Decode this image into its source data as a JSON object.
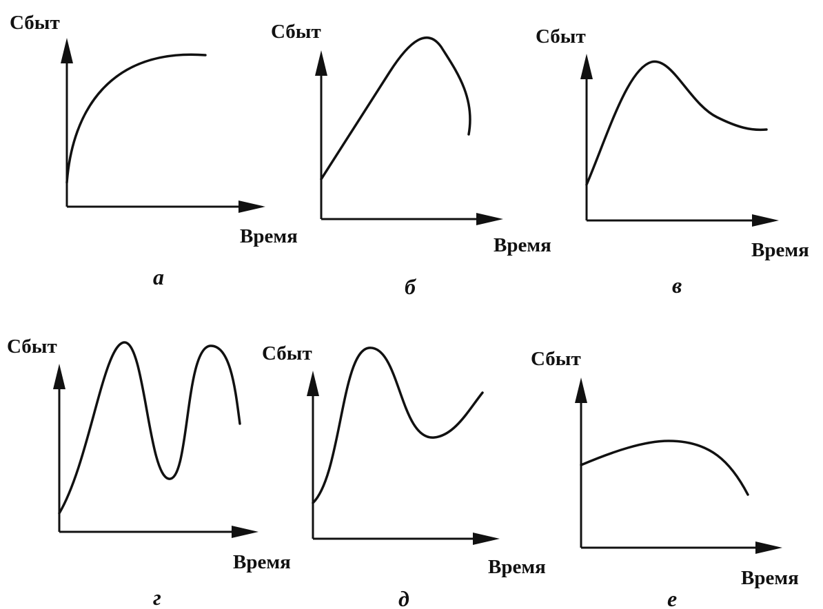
{
  "labels": {
    "y_axis": "Сбыт",
    "x_axis": "Время"
  },
  "panels": [
    {
      "letter": "а"
    },
    {
      "letter": "б"
    },
    {
      "letter": "в"
    },
    {
      "letter": "г"
    },
    {
      "letter": "д"
    },
    {
      "letter": "е"
    }
  ],
  "colors": {
    "ink": "#111111",
    "background": "#ffffff"
  }
}
